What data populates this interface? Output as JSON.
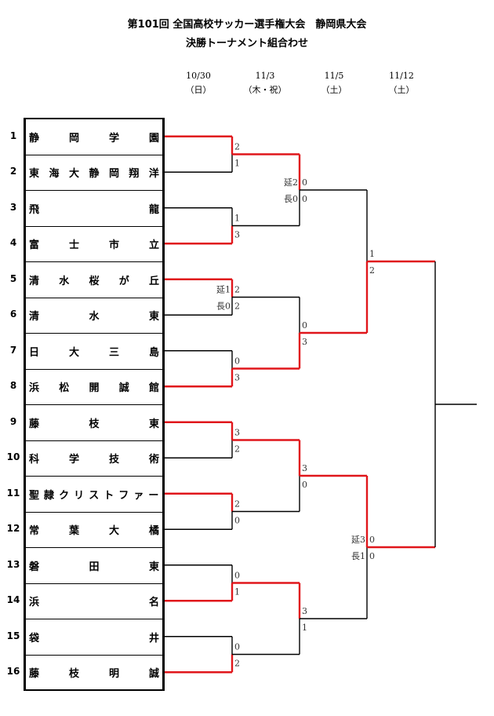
{
  "header": {
    "title_line1": "第101回 全国高校サッカー選手権大会　静岡県大会",
    "title_line2": "決勝トーナメント組合わせ"
  },
  "rounds": [
    {
      "date": "10/30",
      "day": "（日）"
    },
    {
      "date": "11/3",
      "day": "（木・祝）"
    },
    {
      "date": "11/5",
      "day": "（土）"
    },
    {
      "date": "11/12",
      "day": "（土）"
    }
  ],
  "teams": [
    {
      "seed": "1",
      "name": "静岡学園"
    },
    {
      "seed": "2",
      "name": "東海大静岡翔洋"
    },
    {
      "seed": "3",
      "name": "飛龍"
    },
    {
      "seed": "4",
      "name": "富士市立"
    },
    {
      "seed": "5",
      "name": "清水桜が丘"
    },
    {
      "seed": "6",
      "name": "清水東"
    },
    {
      "seed": "7",
      "name": "日大三島"
    },
    {
      "seed": "8",
      "name": "浜松開誠館"
    },
    {
      "seed": "9",
      "name": "藤枝東"
    },
    {
      "seed": "10",
      "name": "科学技術"
    },
    {
      "seed": "11",
      "name": "聖隷クリストファー"
    },
    {
      "seed": "12",
      "name": "常葉大橘"
    },
    {
      "seed": "13",
      "name": "磐田東"
    },
    {
      "seed": "14",
      "name": "浜名"
    },
    {
      "seed": "15",
      "name": "袋井"
    },
    {
      "seed": "16",
      "name": "藤枝明誠"
    }
  ],
  "scores": {
    "r1": [
      {
        "top": "2",
        "bottom": "1"
      },
      {
        "top": "1",
        "bottom": "3"
      },
      {
        "top": "2",
        "bottom": "2",
        "note_top": "延1",
        "note_bottom": "長0"
      },
      {
        "top": "0",
        "bottom": "3"
      },
      {
        "top": "3",
        "bottom": "2"
      },
      {
        "top": "2",
        "bottom": "0"
      },
      {
        "top": "0",
        "bottom": "1"
      },
      {
        "top": "0",
        "bottom": "2"
      }
    ],
    "r2": [
      {
        "top": "0",
        "bottom": "0",
        "note_top": "延2",
        "note_bottom": "長0"
      },
      {
        "top": "0",
        "bottom": "3"
      },
      {
        "top": "3",
        "bottom": "0"
      },
      {
        "top": "3",
        "bottom": "1"
      }
    ],
    "r3": [
      {
        "top": "1",
        "bottom": "2"
      },
      {
        "top": "0",
        "bottom": "0",
        "note_top": "延3",
        "note_bottom": "長1"
      }
    ]
  },
  "winners": {
    "r1": [
      "top",
      "bottom",
      "top",
      "bottom",
      "top",
      "top",
      "bottom",
      "bottom"
    ],
    "r2": [
      "top",
      "bottom",
      "top",
      "top"
    ],
    "r3": [
      "bottom",
      "top"
    ]
  },
  "colors": {
    "win_line": "#e0161b",
    "line": "#000000",
    "score_text": "#333333"
  }
}
